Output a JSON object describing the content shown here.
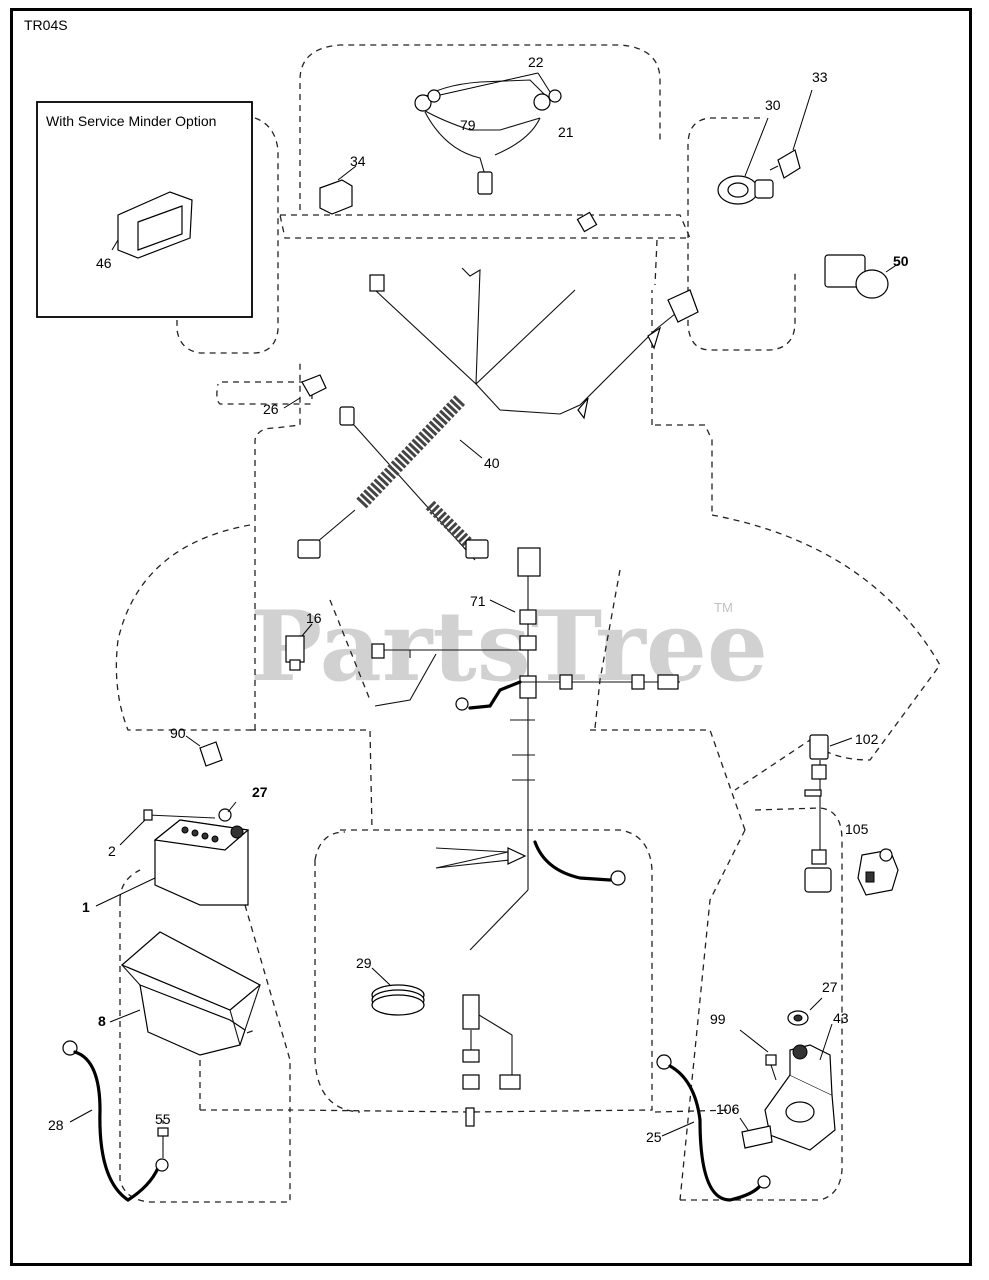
{
  "diagram_code": "TR04S",
  "inset_title": "With Service Minder Option",
  "watermark": "PartsTree",
  "watermark_tm": "TM",
  "callouts": {
    "c1": "1",
    "c2": "2",
    "c8": "8",
    "c16": "16",
    "c21": "21",
    "c22": "22",
    "c25": "25",
    "c26": "26",
    "c27a": "27",
    "c27b": "27",
    "c28": "28",
    "c29": "29",
    "c30": "30",
    "c33": "33",
    "c34": "34",
    "c40": "40",
    "c43": "43",
    "c46": "46",
    "c50": "50",
    "c55": "55",
    "c71": "71",
    "c79": "79",
    "c90": "90",
    "c99": "99",
    "c102": "102",
    "c105": "105",
    "c106": "106"
  }
}
